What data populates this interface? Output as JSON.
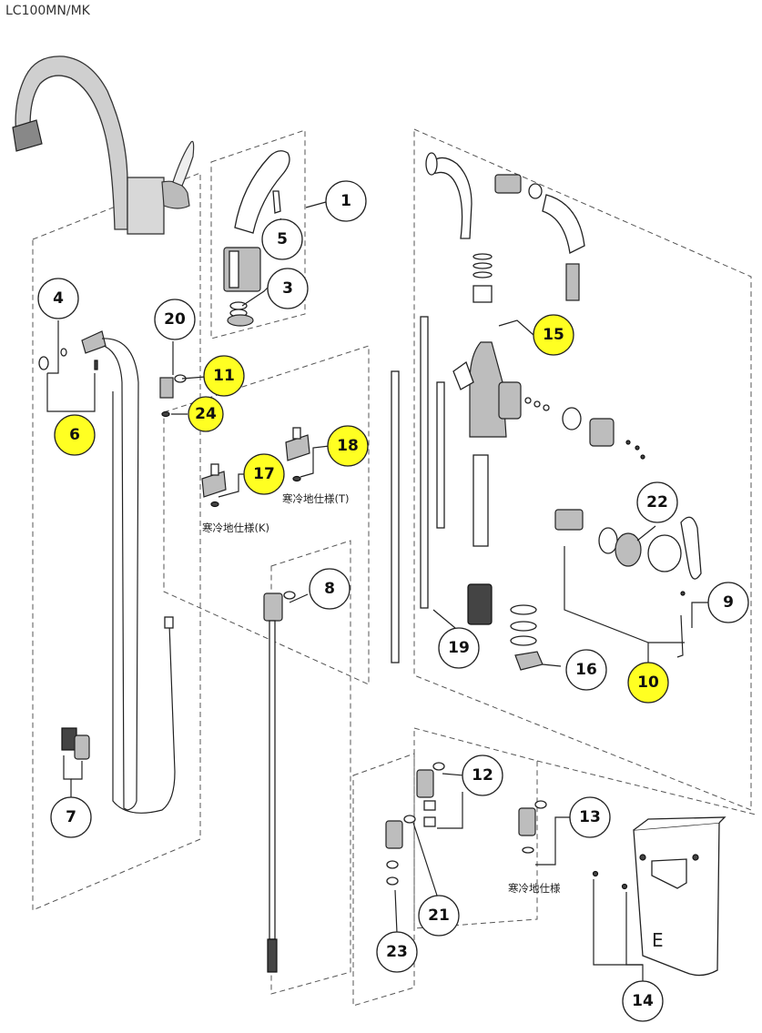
{
  "title": "LC100MN/MK",
  "highlight_color": "#ffff22",
  "callouts": [
    {
      "id": "c1",
      "label": "1",
      "highlighted": false
    },
    {
      "id": "c2",
      "label": "3",
      "highlighted": false
    },
    {
      "id": "c3",
      "label": "4",
      "highlighted": false
    },
    {
      "id": "c4",
      "label": "5",
      "highlighted": false
    },
    {
      "id": "c5",
      "label": "6",
      "highlighted": true
    },
    {
      "id": "c6",
      "label": "7",
      "highlighted": false
    },
    {
      "id": "c7",
      "label": "8",
      "highlighted": false
    },
    {
      "id": "c8",
      "label": "9",
      "highlighted": false
    },
    {
      "id": "c9",
      "label": "10",
      "highlighted": true
    },
    {
      "id": "c10",
      "label": "11",
      "highlighted": true
    },
    {
      "id": "c11",
      "label": "12",
      "highlighted": false
    },
    {
      "id": "c12",
      "label": "13",
      "highlighted": false
    },
    {
      "id": "c13",
      "label": "14",
      "highlighted": false
    },
    {
      "id": "c14",
      "label": "15",
      "highlighted": true
    },
    {
      "id": "c15",
      "label": "16",
      "highlighted": false
    },
    {
      "id": "c16",
      "label": "17",
      "highlighted": true
    },
    {
      "id": "c17",
      "label": "18",
      "highlighted": true
    },
    {
      "id": "c18",
      "label": "19",
      "highlighted": false
    },
    {
      "id": "c19",
      "label": "20",
      "highlighted": false
    },
    {
      "id": "c20",
      "label": "21",
      "highlighted": false
    },
    {
      "id": "c21",
      "label": "22",
      "highlighted": false
    },
    {
      "id": "c22",
      "label": "23",
      "highlighted": false
    },
    {
      "id": "c23",
      "label": "24",
      "highlighted": true
    }
  ],
  "notes": {
    "cold_t": "寒冷地仕様(T)",
    "cold_k": "寒冷地仕様(K)",
    "cold": "寒冷地仕様"
  }
}
